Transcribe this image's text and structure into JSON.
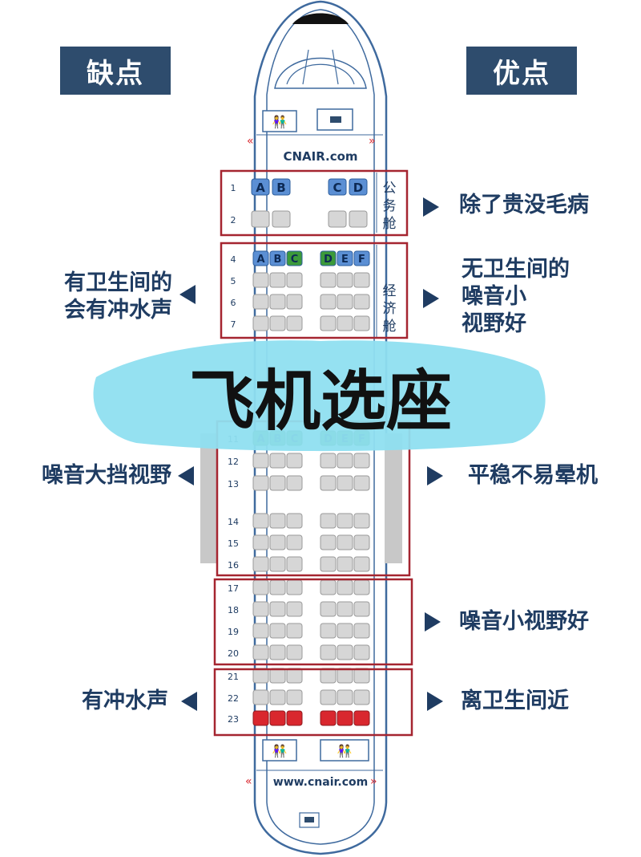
{
  "header": {
    "left": "缺点",
    "right": "优点"
  },
  "brand_top": "CNAIR.com",
  "brand_bottom": "www.cnair.com",
  "title": "飞机选座",
  "cabins": [
    {
      "label": [
        "公",
        "务",
        "舱"
      ]
    },
    {
      "label": [
        "经",
        "济",
        "舱"
      ]
    }
  ],
  "rows": [
    "1",
    "2",
    "4",
    "5",
    "6",
    "7",
    "11",
    "12",
    "13",
    "14",
    "15",
    "16",
    "17",
    "18",
    "19",
    "20",
    "21",
    "22",
    "23"
  ],
  "seat_letters": {
    "business": [
      "A",
      "B",
      "C",
      "D"
    ],
    "economy": [
      "A",
      "B",
      "C",
      "D",
      "E",
      "F"
    ]
  },
  "notes_right": [
    {
      "lines": [
        "除了贵没毛病"
      ]
    },
    {
      "lines": [
        "无卫生间的",
        "噪音小",
        "视野好"
      ]
    },
    {
      "lines": [
        "平稳不易晕机"
      ]
    },
    {
      "lines": [
        "噪音小视野好"
      ]
    },
    {
      "lines": [
        "离卫生间近"
      ]
    }
  ],
  "notes_left": [
    {
      "lines": [
        "有卫生间的",
        "会有冲水声"
      ]
    },
    {
      "lines": [
        "噪音大挡视野"
      ]
    },
    {
      "lines": [
        "有冲水声"
      ]
    }
  ],
  "colors": {
    "header_bg": "#2e4c6d",
    "note_text": "#1f3c62",
    "box": "#a52530",
    "seat_blue": "#5b8fd4",
    "seat_green": "#3c9a3a",
    "seat_red": "#d9272e",
    "seat_gray": "#d6d6d6",
    "highlight": "#8fdff0"
  }
}
